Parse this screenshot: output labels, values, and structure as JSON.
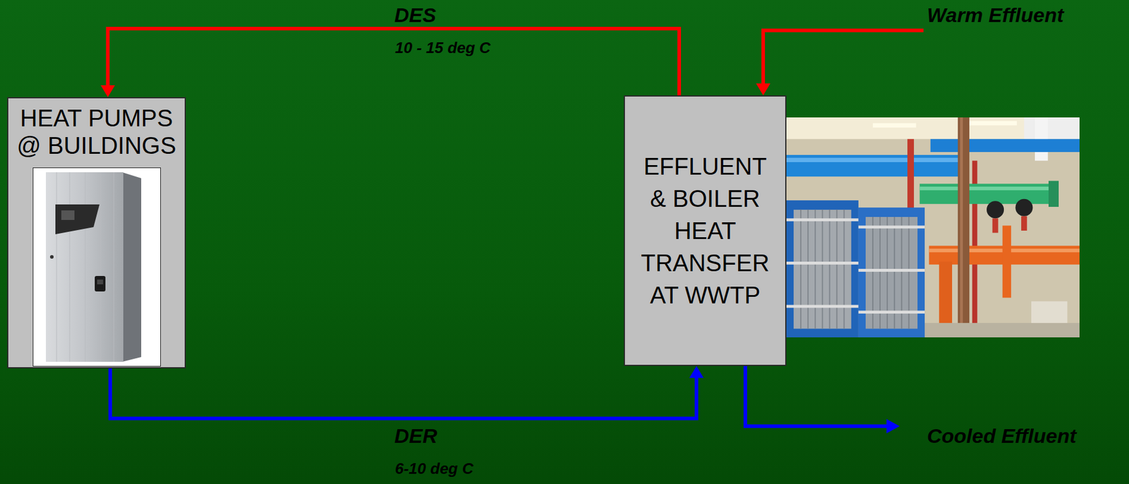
{
  "diagram": {
    "nodes": [
      {
        "text": [
          "HEAT PUMPS @ BUILDINGS"
        ]
      },
      {
        "text": [
          "EFFLUENT & BOILER HEAT TRANSFER AT WWTP"
        ]
      }
    ],
    "edges": [
      {
        "from": 1,
        "to": 0,
        "arrow": "to",
        "label": "DES"
      },
      {
        "from": 0,
        "to": 1,
        "arrow": "to",
        "label": "DER"
      }
    ],
    "labels": [
      "10 - 15 deg C",
      "6-10 deg C",
      "Warm Effluent",
      "Cooled Effluent"
    ]
  }
}
